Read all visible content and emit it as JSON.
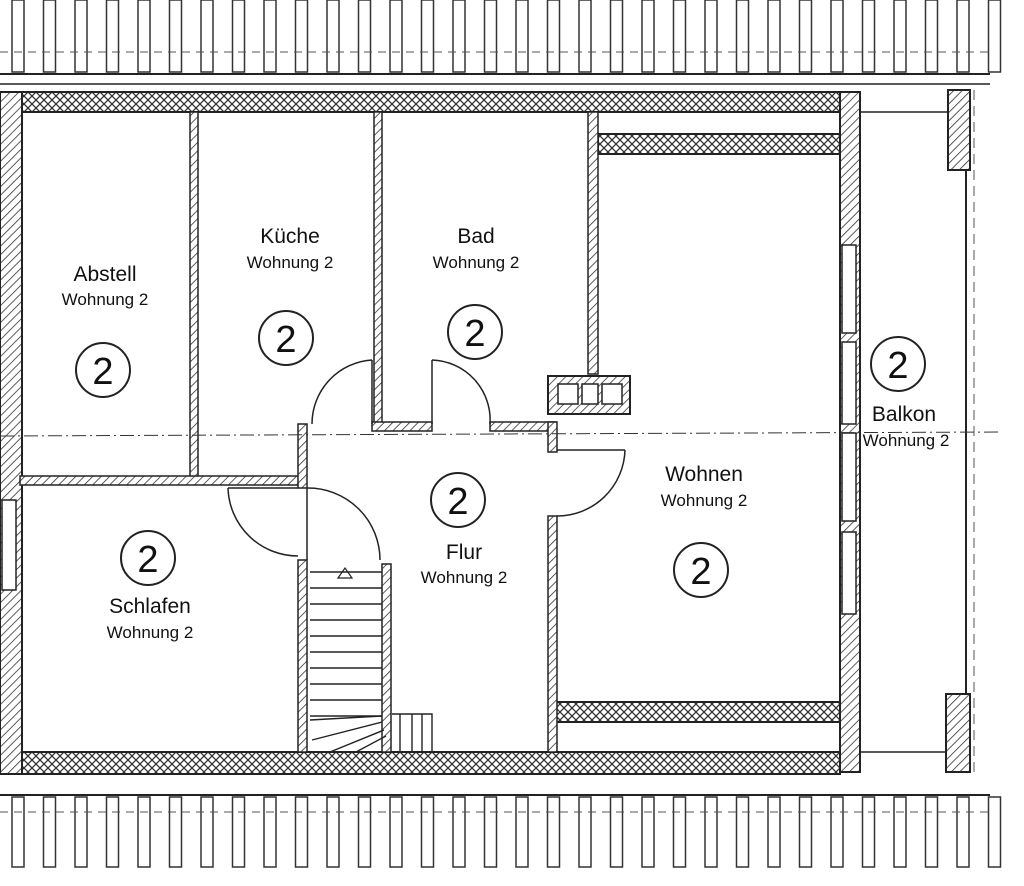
{
  "rooms": [
    {
      "id": "abstell",
      "name": "Abstell",
      "unit_label": "Wohnung 2",
      "unit_number": "2"
    },
    {
      "id": "kueche",
      "name": "Küche",
      "unit_label": "Wohnung 2",
      "unit_number": "2"
    },
    {
      "id": "bad",
      "name": "Bad",
      "unit_label": "Wohnung 2",
      "unit_number": "2"
    },
    {
      "id": "balkon",
      "name": "Balkon",
      "unit_label": "Wohnung 2",
      "unit_number": "2"
    },
    {
      "id": "wohnen",
      "name": "Wohnen",
      "unit_label": "Wohnung 2",
      "unit_number": "2"
    },
    {
      "id": "flur",
      "name": "Flur",
      "unit_label": "Wohnung 2",
      "unit_number": "2"
    },
    {
      "id": "schlafen",
      "name": "Schlafen",
      "unit_label": "Wohnung 2",
      "unit_number": "2"
    }
  ],
  "colors": {
    "line": "#222222",
    "background": "#ffffff",
    "hatch": "#333333"
  }
}
